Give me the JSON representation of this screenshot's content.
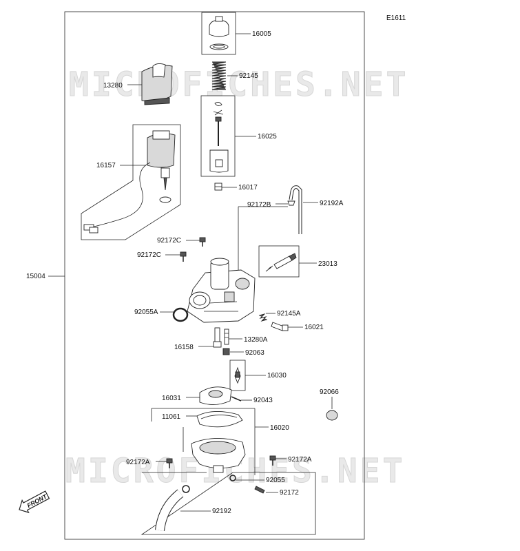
{
  "diagram": {
    "code": "E1611",
    "assembly_part": "15004",
    "watermark": "MICROFICHES.NET",
    "front_label": "FRONT",
    "parts": {
      "p16005": "16005",
      "p92145": "92145",
      "p13280": "13280",
      "p16025": "16025",
      "p16157": "16157",
      "p16017": "16017",
      "p92172B": "92172B",
      "p92192A": "92192A",
      "p92172C_1": "92172C",
      "p92172C_2": "92172C",
      "p23013": "23013",
      "p92055A": "92055A",
      "p92145A": "92145A",
      "p16021": "16021",
      "p16158": "16158",
      "p13280A": "13280A",
      "p92063": "92063",
      "p16030": "16030",
      "p16031": "16031",
      "p92043": "92043",
      "p92066": "92066",
      "p11061": "11061",
      "p16020": "16020",
      "p92172A_1": "92172A",
      "p92172A_2": "92172A",
      "p92055": "92055",
      "p92172": "92172",
      "p92192": "92192"
    }
  }
}
